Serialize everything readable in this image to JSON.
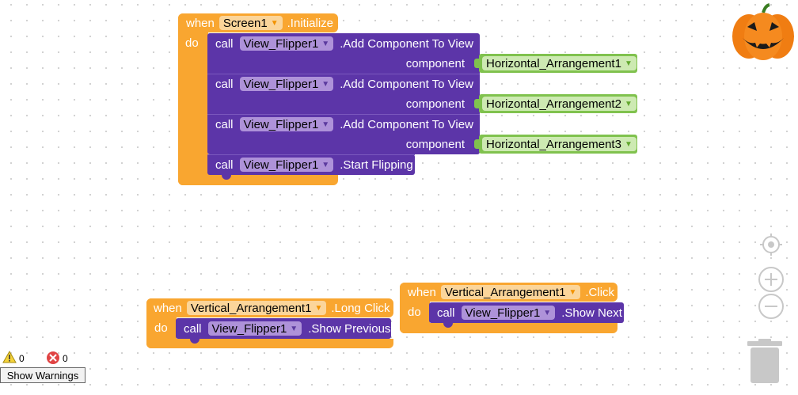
{
  "event_init": {
    "when": "when",
    "component": "Screen1",
    "event": ".Initialize",
    "do": "do"
  },
  "init_calls": [
    {
      "call": "call",
      "component": "View_Flipper1",
      "method": ".Add Component To View",
      "param": "component",
      "value": "Horizontal_Arrangement1"
    },
    {
      "call": "call",
      "component": "View_Flipper1",
      "method": ".Add Component To View",
      "param": "component",
      "value": "Horizontal_Arrangement2"
    },
    {
      "call": "call",
      "component": "View_Flipper1",
      "method": ".Add Component To View",
      "param": "component",
      "value": "Horizontal_Arrangement3"
    },
    {
      "call": "call",
      "component": "View_Flipper1",
      "method": ".Start Flipping"
    }
  ],
  "event_long_click": {
    "when": "when",
    "component": "Vertical_Arrangement1",
    "event": ".Long Click",
    "do": "do",
    "call": "call",
    "call_component": "View_Flipper1",
    "method": ".Show Previous"
  },
  "event_click": {
    "when": "when",
    "component": "Vertical_Arrangement1",
    "event": ".Click",
    "do": "do",
    "call": "call",
    "call_component": "View_Flipper1",
    "method": ".Show Next"
  },
  "warnings": {
    "warning_count": "0",
    "error_count": "0",
    "show_warnings_label": "Show Warnings"
  },
  "icons": {
    "mascot": "pumpkin-icon",
    "center": "crosshair-icon",
    "zoom_in": "zoom-in-icon",
    "zoom_out": "zoom-out-icon",
    "trash": "trash-icon"
  },
  "colors": {
    "event_block": "#f9a630",
    "call_block": "#5c35a8",
    "component_block": "#80c24e"
  }
}
